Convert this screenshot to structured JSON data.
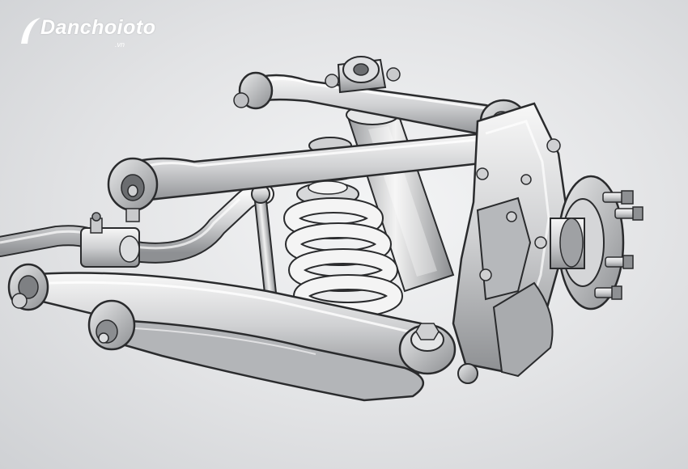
{
  "watermark": {
    "brand": "Danchoioto",
    "suffix": ".vn"
  },
  "illustration": {
    "subject": "rear-multi-link-suspension"
  },
  "colors": {
    "background": "#e6e7e9",
    "metal_light": "#f2f2f2",
    "metal_mid": "#c9cacc",
    "metal_dark": "#6b6d70",
    "outline": "#2a2b2d",
    "watermark": "#ffffff"
  }
}
